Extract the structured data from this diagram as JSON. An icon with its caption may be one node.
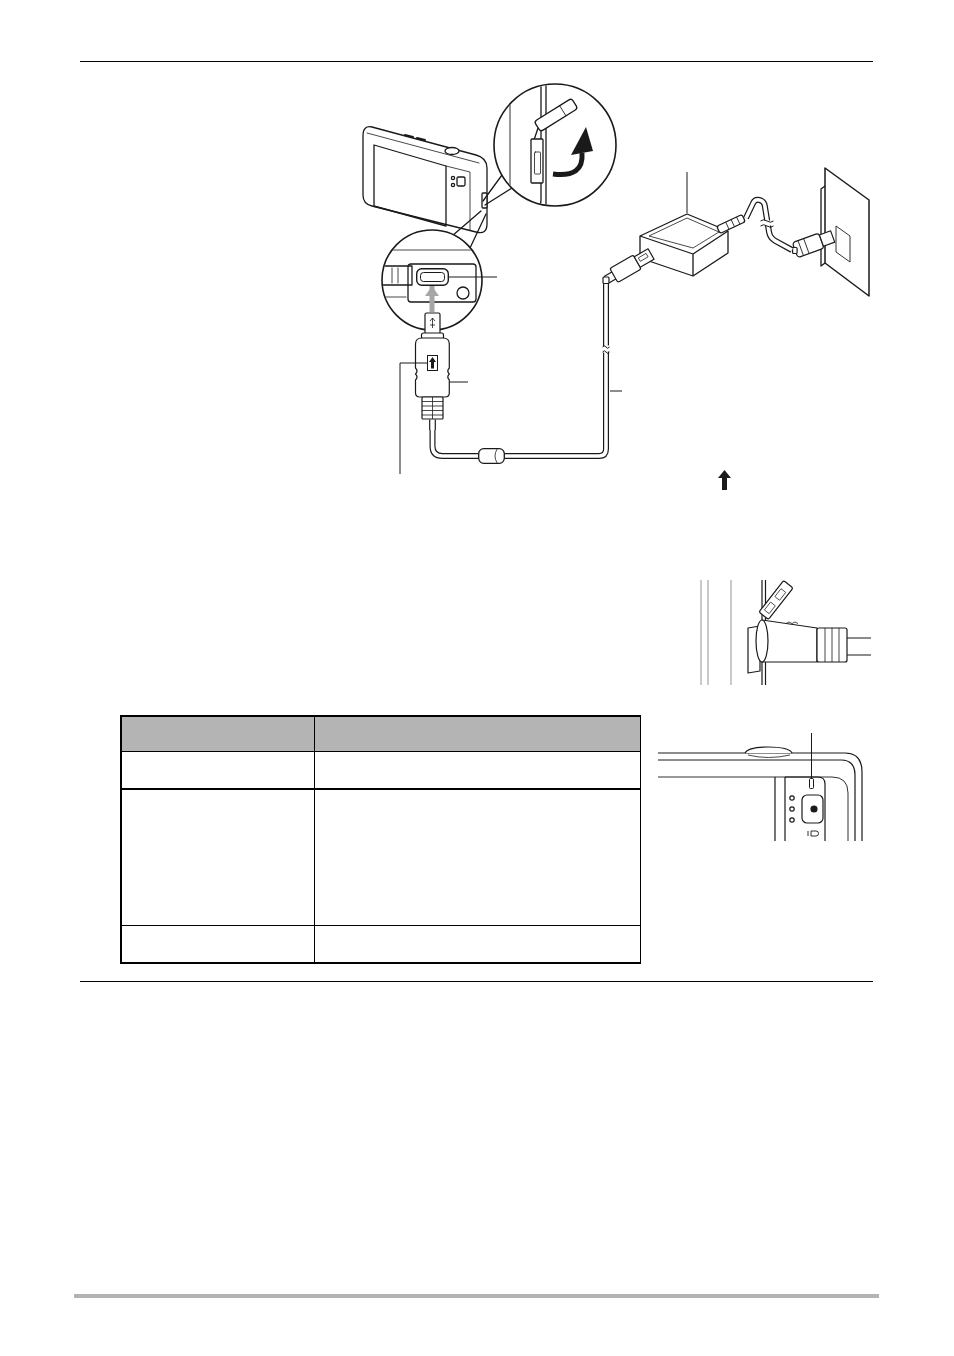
{
  "diagram": {
    "nodes": [
      {
        "text": [],
        "shape": "picture"
      },
      {
        "text": [],
        "shape": "picture"
      },
      {
        "text": [],
        "shape": "picture"
      },
      {
        "text": [],
        "shape": "picture"
      },
      {
        "text": [],
        "shape": "picture"
      },
      {
        "text": [],
        "shape": "picture",
        "in": 4
      },
      {
        "text": [],
        "shape": "picture"
      },
      {
        "text": [],
        "shape": "box"
      }
    ],
    "edges": [
      {
        "from": null,
        "to": 0,
        "arrow": "none"
      },
      {
        "from": null,
        "to": 3,
        "arrow": "none"
      },
      {
        "from": 4,
        "to": 3,
        "arrow": "to",
        "style": "thick",
        "color": "#a6a6a6"
      },
      {
        "from": null,
        "to": 5,
        "arrow": "none"
      },
      {
        "from": null,
        "to": 4,
        "arrow": "none"
      },
      {
        "from": null,
        "to": 6,
        "arrow": "none"
      },
      {
        "from": null,
        "to": 7,
        "arrow": "none"
      },
      {
        "from": 4,
        "to": 6,
        "arrow": "none",
        "style": "thick"
      },
      {
        "from": 6,
        "to": 2,
        "arrow": "none",
        "style": "thick"
      },
      {
        "from": 0,
        "to": 1,
        "arrow": "none",
        "style": "thick"
      }
    ]
  }
}
